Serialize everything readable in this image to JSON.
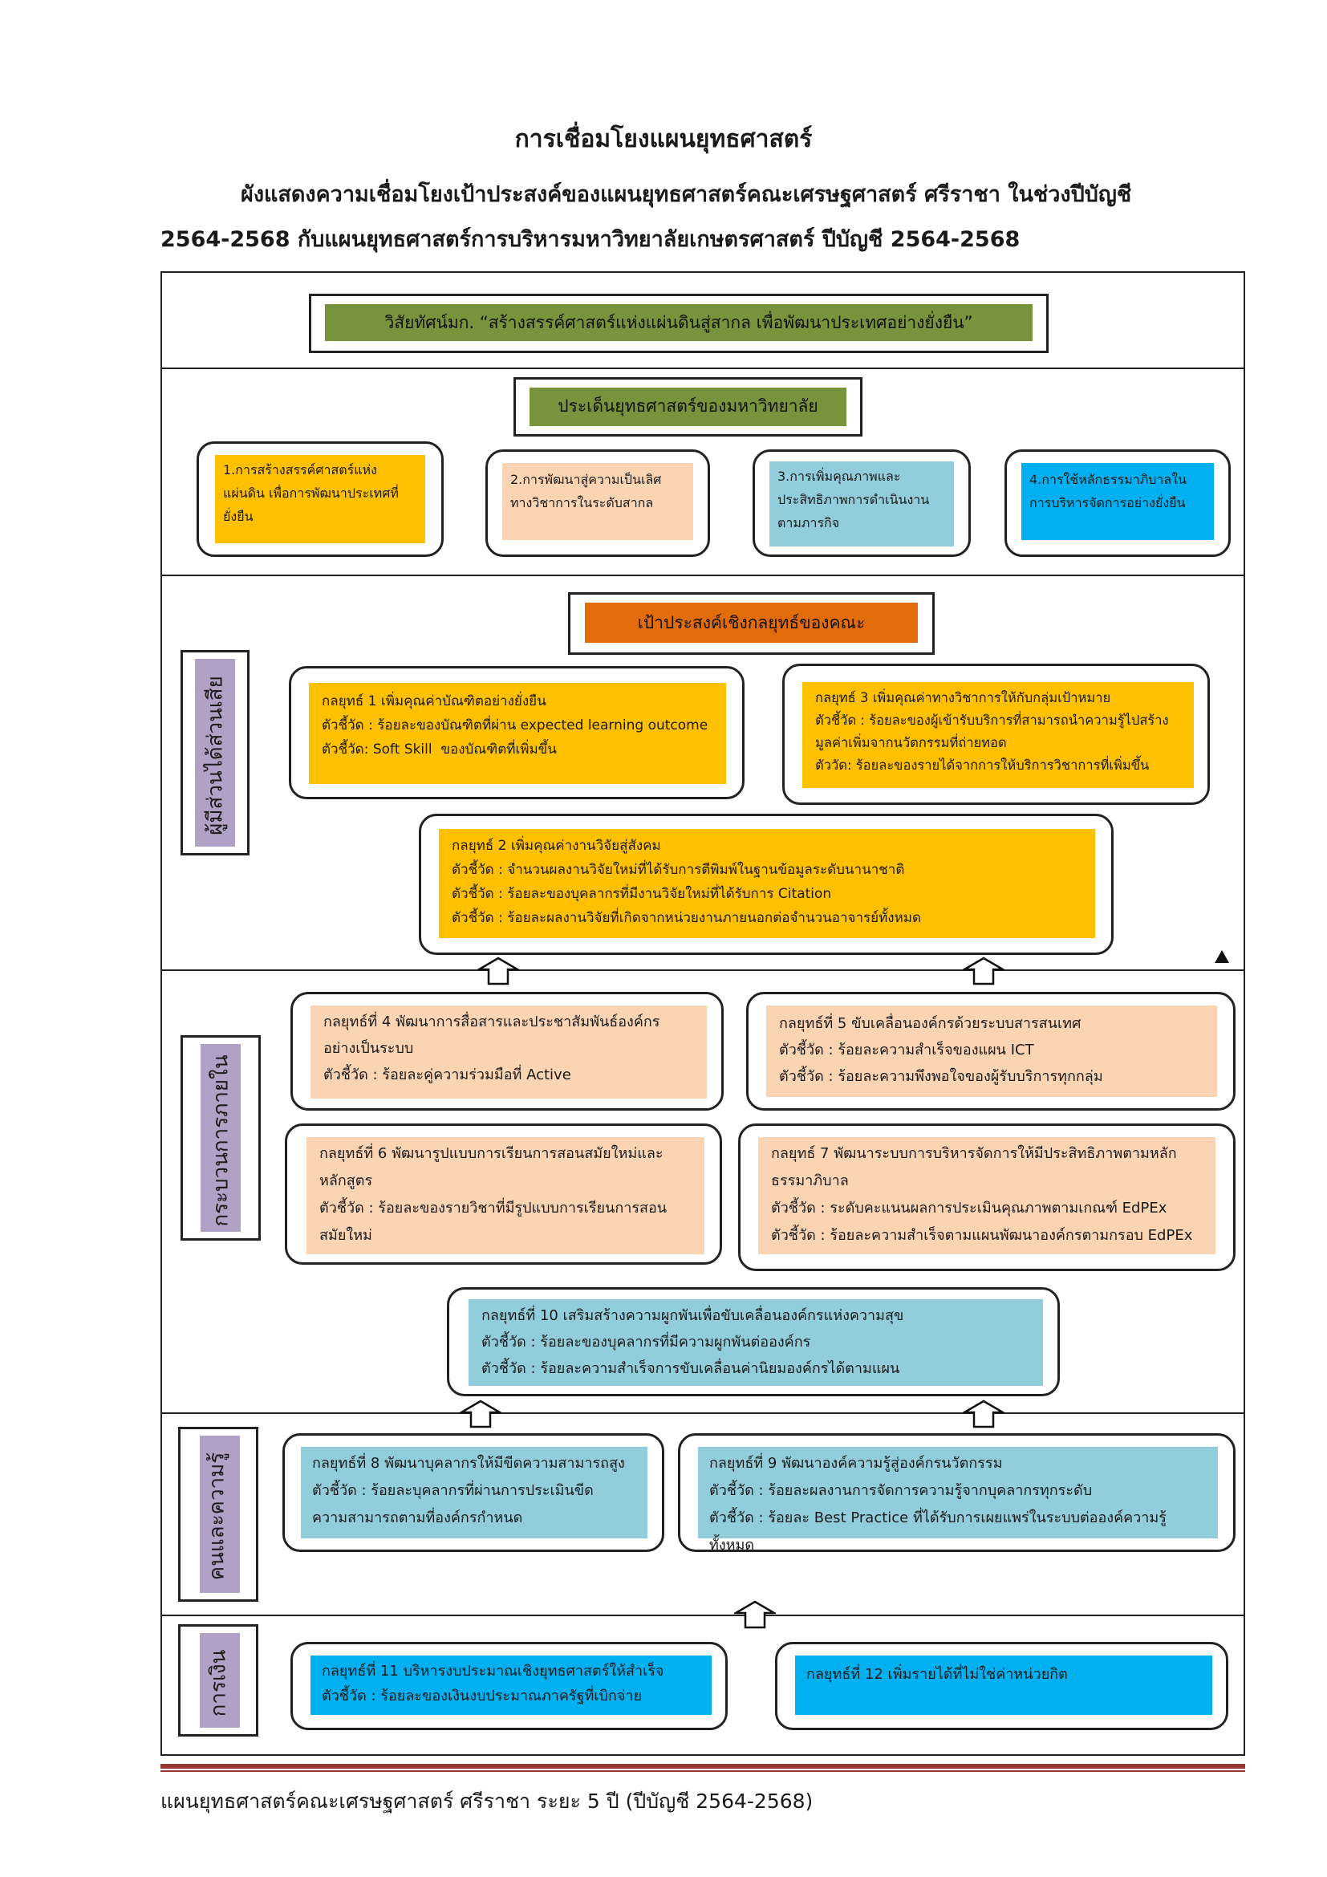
{
  "header": {
    "title": "การเชื่อมโยงแผนยุทธศาสตร์",
    "subtitle": "ผังแสดงความเชื่อมโยงเป้าประสงค์ของแผนยุทธศาสตร์คณะเศรษฐศาสตร์ ศรีราชา ในช่วงปีบัญชี 2564-2568 กับแผนยุทธศาสตร์การบริหารมหาวิทยาลัยเกษตรศาสตร์ ปีบัญชี 2564-2568"
  },
  "vision": "วิสัยทัศน์มก. “สร้างสรรค์ศาสตร์แห่งแผ่นดินสู่สากล เพื่อพัฒนาประเทศอย่างยั่งยืน”",
  "university_issues": {
    "heading": "ประเด็นยุทธศาสตร์ของมหาวิทยาลัย",
    "items": [
      {
        "lines": [
          "1.การสร้างสรรค์ศาสตร์แห่ง",
          "แผ่นดิน เพื่อการพัฒนาประเทศที่",
          "ยั่งยืน"
        ]
      },
      {
        "lines": [
          "2.การพัฒนาสู่ความเป็นเลิศ",
          "ทางวิชาการในระดับสากล"
        ]
      },
      {
        "lines": [
          "3.การเพิ่มคุณภาพและ",
          "ประสิทธิภาพการดำเนินงาน",
          "ตามภารกิจ"
        ]
      },
      {
        "lines": [
          "4.การใช้หลักธรรมาภิบาลใน",
          "การบริหารจัดการอย่างยั่งยืน"
        ]
      }
    ]
  },
  "faculty_goal_heading": "เป้าประสงค์เชิงกลยุทธ์ของคณะ",
  "sections": {
    "stakeholder": "ผู้มีส่วนได้ส่วนเสีย",
    "internal": "กระบวนการภายใน",
    "learning": "คนและความรู้",
    "finance": "การเงิน"
  },
  "strategies": {
    "s1": [
      "กลยุทธ์ 1 เพิ่มคุณค่าบัณฑิตอย่างยั่งยืน",
      "ตัวชี้วัด : ร้อยละของบัณฑิตที่ผ่าน expected learning outcome",
      "ตัวชี้วัด: Soft Skill  ของบัณฑิตที่เพิ่มขึ้น"
    ],
    "s3": [
      "กลยุทธ์ 3 เพิ่มคุณค่าทางวิชาการให้กับกลุ่มเป้าหมาย",
      "ตัวชี้วัด : ร้อยละของผู้เข้ารับบริการที่สามารถนำความรู้ไปสร้าง",
      "มูลค่าเพิ่มจากนวัตกรรมที่ถ่ายทอด",
      "ตัววัด: ร้อยละของรายได้จากการให้บริการวิชาการที่เพิ่มขึ้น"
    ],
    "s2": [
      "กลยุทธ์ 2 เพิ่มคุณค่างานวิจัยสู่สังคม",
      "ตัวชี้วัด : จำนวนผลงานวิจัยใหม่ที่ได้รับการตีพิมพ์ในฐานข้อมูลระดับนานาชาติ",
      "ตัวชี้วัด : ร้อยละของบุคลากรที่มีงานวิจัยใหม่ที่ได้รับการ Citation",
      "ตัวชี้วัด : ร้อยละผลงานวิจัยที่เกิดจากหน่วยงานภายนอกต่อจำนวนอาจารย์ทั้งหมด"
    ],
    "s4": [
      "กลยุทธ์ที่ 4 พัฒนาการสื่อสารและประชาสัมพันธ์องค์กร",
      "อย่างเป็นระบบ",
      "ตัวชี้วัด : ร้อยละคู่ความร่วมมือที่ Active"
    ],
    "s5": [
      "กลยุทธ์ที่ 5 ขับเคลื่อนองค์กรด้วยระบบสารสนเทศ",
      "ตัวชี้วัด : ร้อยละความสำเร็จของแผน ICT",
      "ตัวชี้วัด : ร้อยละความพึงพอใจของผู้รับบริการทุกกลุ่ม"
    ],
    "s6": [
      "กลยุทธ์ที่ 6 พัฒนารูปแบบการเรียนการสอนสมัยใหม่และ",
      "หลักสูตร",
      "ตัวชี้วัด : ร้อยละของรายวิชาที่มีรูปแบบการเรียนการสอน",
      "สมัยใหม่"
    ],
    "s7": [
      "กลยุทธ์ 7 พัฒนาระบบการบริหารจัดการให้มีประสิทธิภาพตามหลัก",
      "ธรรมาภิบาล",
      "ตัวชี้วัด : ระดับคะแนนผลการประเมินคุณภาพตามเกณฑ์ EdPEx",
      "ตัวชี้วัด : ร้อยละความสำเร็จตามแผนพัฒนาองค์กรตามกรอบ EdPEx"
    ],
    "s10": [
      "กลยุทธ์ที่ 10 เสริมสร้างความผูกพันเพื่อขับเคลื่อนองค์กรแห่งความสุข",
      "ตัวชี้วัด : ร้อยละของบุคลากรที่มีความผูกพันต่อองค์กร",
      "ตัวชี้วัด : ร้อยละความสำเร็จการขับเคลื่อนค่านิยมองค์กรได้ตามแผน"
    ],
    "s8": [
      "กลยุทธ์ที่ 8 พัฒนาบุคลากรให้มีขีดความสามารถสูง",
      "ตัวชี้วัด : ร้อยละบุคลากรที่ผ่านการประเมินขีด",
      "ความสามารถตามที่องค์กรกำหนด"
    ],
    "s9": [
      "กลยุทธ์ที่ 9 พัฒนาองค์ความรู้สู่องค์กรนวัตกรรม",
      "ตัวชี้วัด : ร้อยละผลงานการจัดการความรู้จากบุคลากรทุกระดับ",
      "ตัวชี้วัด : ร้อยละ Best Practice ที่ได้รับการเผยแพร่ในระบบต่อองค์ความรู้ทั้งหมด"
    ],
    "s11": [
      "กลยุทธ์ที่ 11 บริหารงบประมาณเชิงยุทธศาสตร์ให้สำเร็จ",
      "ตัวชี้วัด : ร้อยละของเงินงบประมาณภาครัฐที่เบิกจ่าย"
    ],
    "s12": [
      "กลยุทธ์ที่ 12 เพิ่มรายได้ที่ไม่ใช่ค่าหน่วยกิต"
    ]
  },
  "footer": "แผนยุทธศาสตร์คณะเศรษฐศาสตร์ ศรีราชา ระยะ 5 ปี (ปีบัญชี 2564-2568)",
  "colors": {
    "vision_green": "#77933c",
    "orange": "#ffc000",
    "peach": "#fbd4b4",
    "blue": "#92cddc",
    "cyan": "#00b0f0",
    "rust": "#e36c0a",
    "lavender": "#b2a1c7",
    "footer_rule": "#943634"
  }
}
